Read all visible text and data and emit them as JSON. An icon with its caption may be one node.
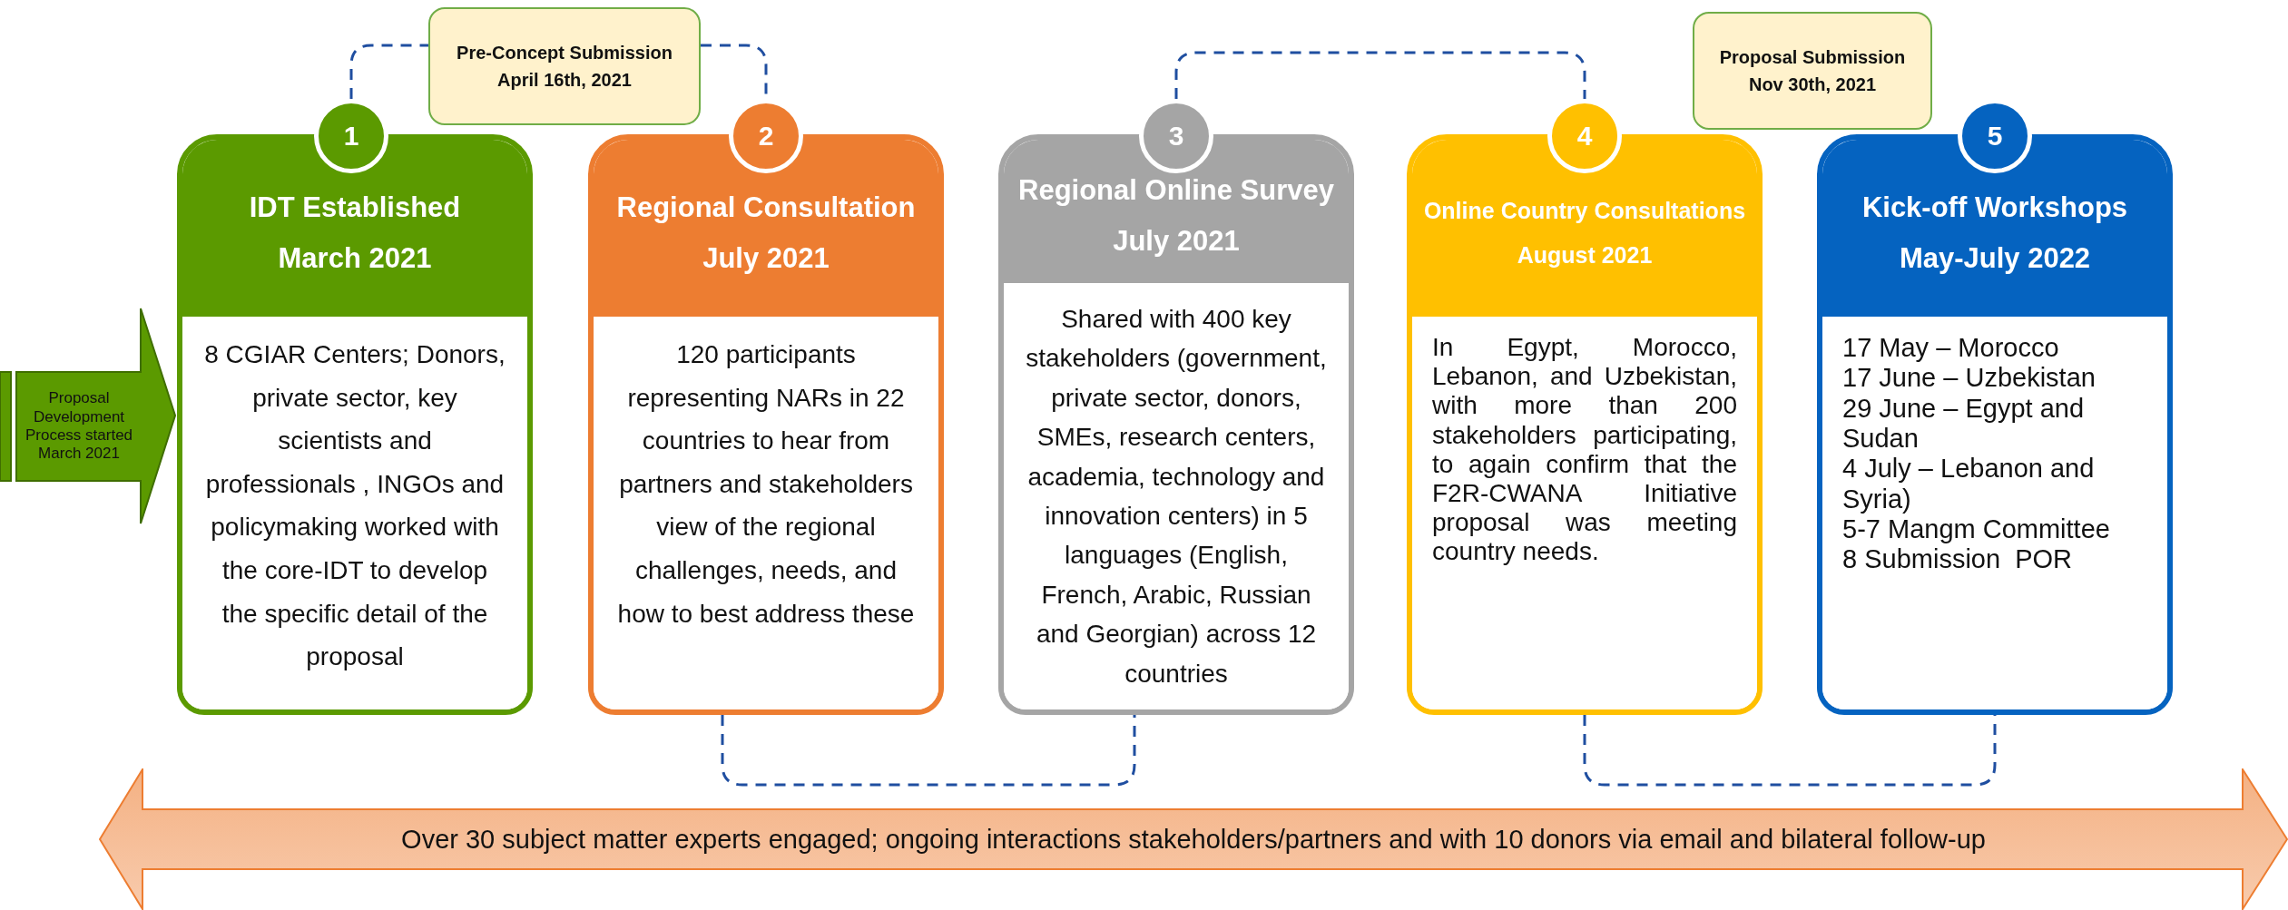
{
  "diagram": {
    "nodes": [
      {
        "text": [
          "Proposal Development Process started March 2021"
        ]
      },
      {
        "text": [
          "1"
        ]
      },
      {
        "text": [
          "IDT Established",
          "March 2021",
          "8 CGIAR Centers; Donors, private sector, key scientists and professionals , INGOs and policymaking worked with the core-IDT to develop the specific detail of the proposal"
        ]
      },
      {
        "text": [
          "Pre-Concept Submission April 16th, 2021"
        ]
      },
      {
        "text": [
          "2"
        ]
      },
      {
        "text": [
          "Regional Consultation",
          "July 2021",
          "120 participants representing NARs in 22 countries to hear from partners and stakeholders view of the regional challenges, needs, and how to best address these"
        ]
      },
      {
        "text": [
          "3"
        ]
      },
      {
        "text": [
          "Regional Online Survey",
          "July 2021",
          "Shared with 400 key stakeholders (government, private sector, donors, SMEs, research centers, academia, technology and innovation centers) in 5 languages (English, French, Arabic, Russian and Georgian) across 12 countries"
        ]
      },
      {
        "text": [
          "4"
        ]
      },
      {
        "text": [
          "Online Country Consultations",
          "August 2021",
          "In Egypt, Morocco, Lebanon, and Uzbekistan, with more than 200 stakeholders participating, to again confirm that the F2R-CWANA Initiative proposal was meeting country needs."
        ]
      },
      {
        "text": [
          "Proposal Submission Nov 30th, 2021"
        ]
      },
      {
        "text": [
          "5"
        ]
      },
      {
        "text": [
          "Kick-off Workshops",
          "May-July 2022",
          "17 May – Morocco",
          "17 June – Uzbekistan",
          "29 June – Egypt and Sudan",
          "4 July – Lebanon and Syria)",
          "5-7 Mangm Committee",
          "8 Submission  POR"
        ]
      },
      {
        "text": [
          "Over 30 subject matter experts engaged; ongoing interactions stakeholders/partners and with 10 donors via email and bilateral follow-up"
        ]
      }
    ],
    "edges": [
      {
        "from": 1,
        "to": 3,
        "arrow": "none",
        "style": "dashed"
      },
      {
        "from": 3,
        "to": 4,
        "arrow": "none",
        "style": "dashed"
      },
      {
        "from": 6,
        "to": 8,
        "arrow": "none",
        "style": "dashed"
      },
      {
        "from": 5,
        "to": 7,
        "arrow": "none",
        "style": "dashed"
      },
      {
        "from": 9,
        "to": 12,
        "arrow": "none",
        "style": "dashed"
      }
    ]
  }
}
